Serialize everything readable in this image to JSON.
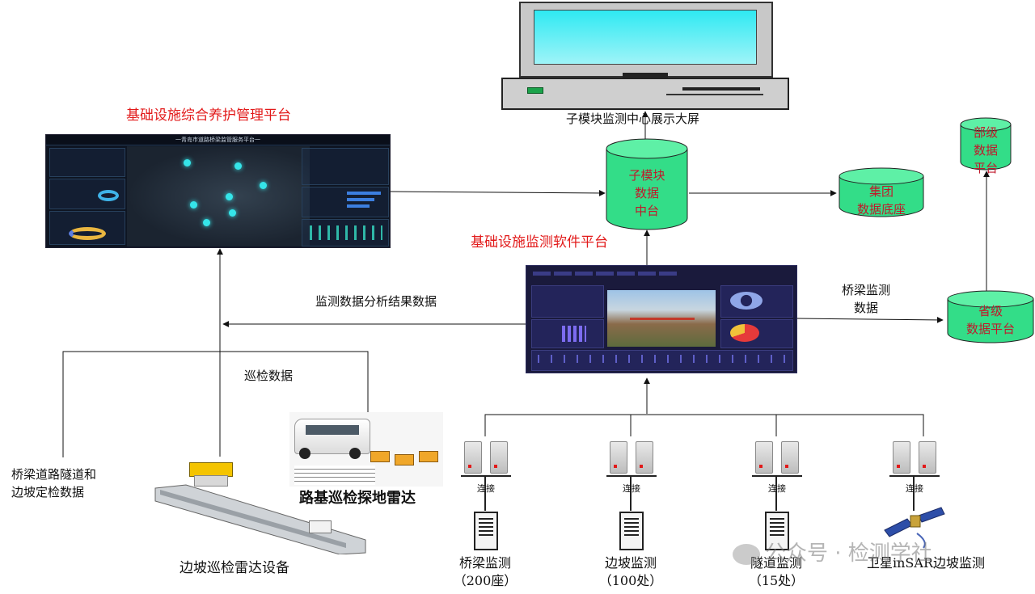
{
  "labels": {
    "mgmt_platform_title": "基础设施综合养护管理平台",
    "monitor_platform_title": "基础设施监测软件平台",
    "display_screen": "子模块监测中心展示大屏",
    "result_data": "监测数据分析结果数据",
    "patrol_data": "巡检数据",
    "periodic_data_line1": "桥梁道路隧道和",
    "periodic_data_line2": "边坡定检数据",
    "gpr_title": "路基巡检探地雷达",
    "slope_radar": "边坡巡检雷达设备",
    "bridge_monitor_data_line1": "桥梁监测",
    "bridge_monitor_data_line2": "数据"
  },
  "cylinders": {
    "center": [
      "子模块",
      "数据",
      "中台"
    ],
    "group": [
      "集团",
      "数据底座"
    ],
    "ministry": [
      "部级",
      "数据",
      "平台"
    ],
    "province": [
      "省级",
      "数据平台"
    ]
  },
  "sources": [
    {
      "name": "桥梁监测",
      "count": "（200座）"
    },
    {
      "name": "边坡监测",
      "count": "（100处）"
    },
    {
      "name": "隧道监测",
      "count": "（15处）"
    },
    {
      "name": "卫星inSAR边坡监测",
      "count": ""
    }
  ],
  "connect_label": "连接",
  "mgmt_screen_header": "一青岛市道路桥梁监管服务平台一",
  "watermark": "公众号 · 检测学社",
  "colors": {
    "title_red": "#e21a1a",
    "cylinder_fill": "#33dd88",
    "cylinder_text": "#c0192b",
    "screen_cyan": "#35e6ef"
  }
}
